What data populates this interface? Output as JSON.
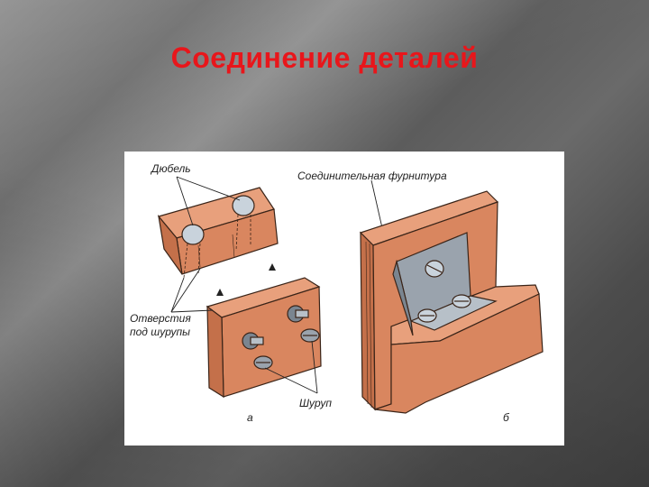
{
  "slide": {
    "title": "Соединение деталей"
  },
  "figure": {
    "labels": {
      "dowel": "Дюбель",
      "holes_line1": "Отверстия",
      "holes_line2": "под шурупы",
      "screw": "Шуруп",
      "fittings": "Соединительная фурнитура",
      "variant_a": "а",
      "variant_b": "б"
    },
    "colors": {
      "title": "#e8161b",
      "wood": "#d9865f",
      "wood_shadow": "#c4704a",
      "metal": "#9aa3ad"
    }
  }
}
